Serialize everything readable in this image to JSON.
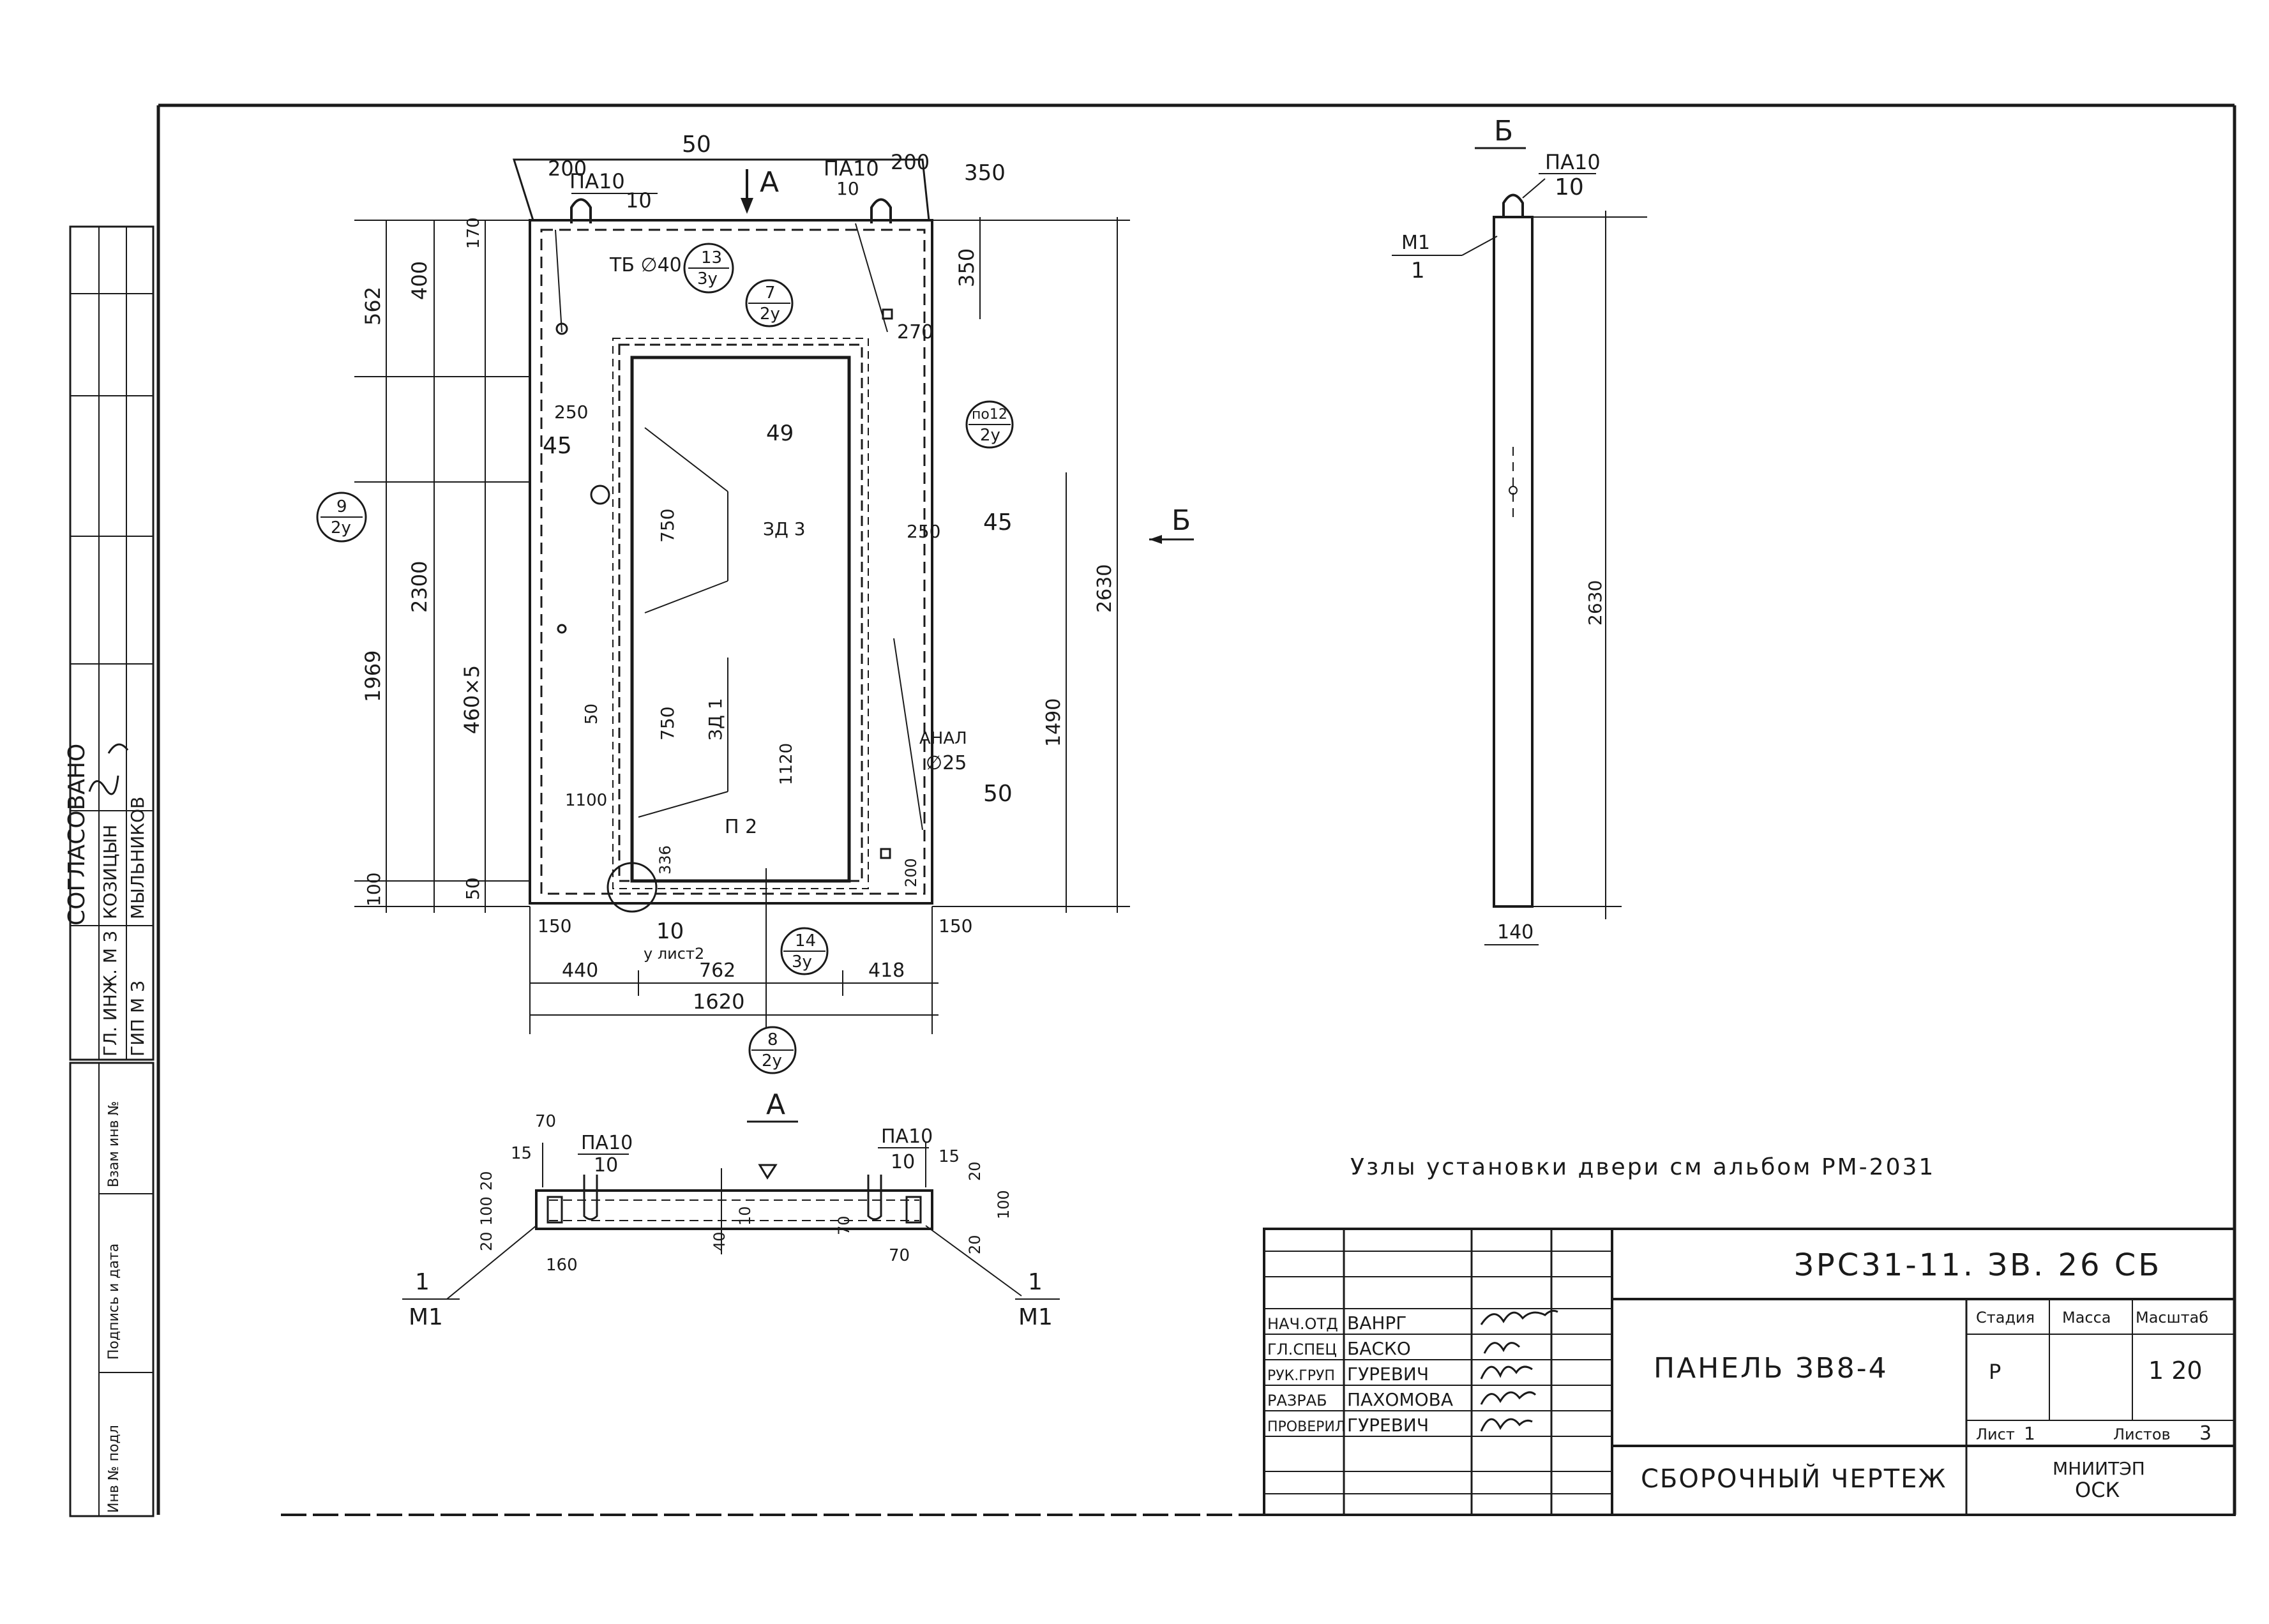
{
  "drawing": {
    "note": "Узлы установки двери см альбом РМ-2031",
    "code": "ЗРС31-11. ЗВ. 26 СБ",
    "name": "ПАНЕЛЬ ЗВ8-4",
    "subtitle": "СБОРОЧНЫЙ ЧЕРТЕЖ",
    "stage_value": "Р",
    "scale_value": "1 20",
    "sheet_value": "1",
    "sheets_value": "3",
    "org": "МНИИТЭП",
    "org2": "ОСК"
  },
  "stamp_headers": {
    "stage": "Стадия",
    "mass": "Масса",
    "scale": "Масштаб",
    "sheet": "Лист",
    "sheets": "Листов"
  },
  "signatures": [
    {
      "role": "НАЧ.ОТД",
      "name": "ВАНРГ"
    },
    {
      "role": "ГЛ.СПЕЦ",
      "name": "БАСКО"
    },
    {
      "role": "РУК.ГРУП",
      "name": "ГУРЕВИЧ"
    },
    {
      "role": "РАЗРАБ",
      "name": "ПАХОМОВА"
    },
    {
      "role": "ПРОВЕРИЛ",
      "name": "ГУРЕВИЧ"
    }
  ],
  "side_block": {
    "approved": "СОГЛАСОВАНО",
    "rows": [
      {
        "role": "ГЛ. ИНЖ. М З",
        "name": "КОЗИЦЫН"
      },
      {
        "role": "ГИП М З",
        "name": "МЫЛЬНИКОВ"
      }
    ],
    "inv_replace": "Взам инв №",
    "sign_date": "Подпись и дата",
    "inv_orig": "Инв № подл"
  },
  "main_view": {
    "top_width": "50",
    "section_a_mark": "А",
    "section_b_mark": "Б",
    "dims_left": [
      "562",
      "400",
      "170",
      "1969",
      "2300",
      "460×5",
      "100",
      "50"
    ],
    "dims_right": [
      "350",
      "270",
      "2630",
      "1490",
      "250",
      "45",
      "50",
      "200",
      "150"
    ],
    "dims_bottom": [
      "150",
      "10",
      "440",
      "762",
      "418",
      "1620"
    ],
    "top_labels": [
      "200",
      "ПА10",
      "10",
      "ПА10",
      "10",
      "200",
      "350"
    ],
    "inner_labels": [
      "ТБ ∅40",
      "49",
      "250",
      "45",
      "750",
      "750",
      "ЗД 3",
      "ЗД 1",
      "1120",
      "1100",
      "50",
      "П 2",
      "336",
      "АНАЛ",
      "∅25",
      "у лист2"
    ],
    "callouts": [
      {
        "top": "13",
        "bottom": "3у"
      },
      {
        "top": "7",
        "bottom": "2у"
      },
      {
        "top": "по12",
        "bottom": "2у"
      },
      {
        "top": "9",
        "bottom": "2у"
      },
      {
        "top": "14",
        "bottom": "3у"
      },
      {
        "top": "8",
        "bottom": "2у"
      }
    ]
  },
  "side_view": {
    "title": "Б",
    "pa_label": "ПА10",
    "pa_sub": "10",
    "m_label": "М1",
    "m_sub": "1",
    "height": "2630",
    "width": "140"
  },
  "section_view": {
    "title": "А",
    "labels": [
      "70",
      "15",
      "ПА10",
      "10",
      "20",
      "100",
      "20",
      "160",
      "40",
      "10",
      "70",
      "20",
      "100",
      "ПА10",
      "10",
      "15",
      "20",
      "70"
    ],
    "left_mark": "1",
    "left_sub": "М1",
    "right_mark": "1",
    "right_sub": "М1"
  }
}
